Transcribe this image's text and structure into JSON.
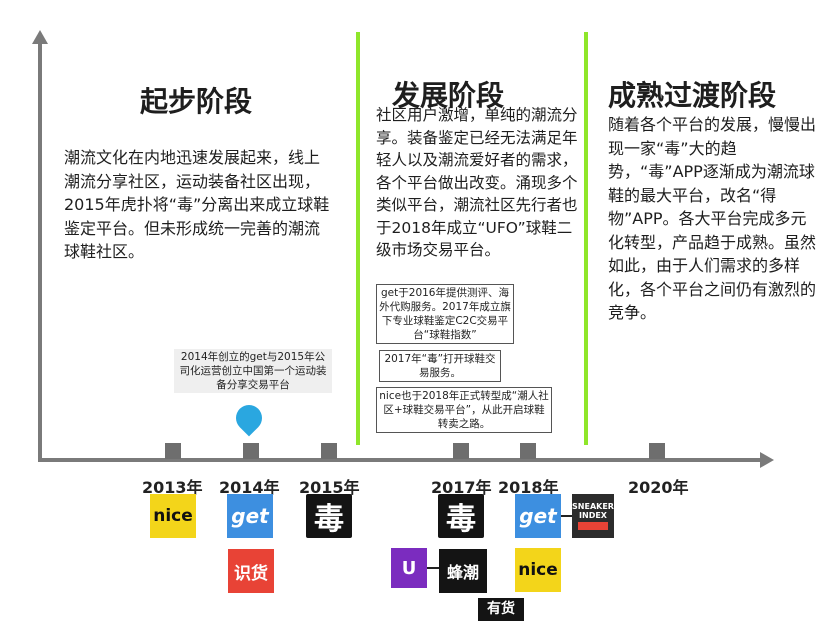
{
  "stages": [
    {
      "title": "起步阶段",
      "text": "潮流文化在内地迅速发展起来，线上潮流分享社区，运动装备社区出现，2015年虎扑将“毒”分离出来成立球鞋鉴定平台。但未形成统一完善的潮流球鞋社区。"
    },
    {
      "title": "发展阶段",
      "text": "社区用户激增，单纯的潮流分享。装备鉴定已经无法满足年轻人以及潮流爱好者的需求，各个平台做出改变。涌现多个类似平台，潮流社区先行者也于2018年成立“UFO”球鞋二级市场交易平台。"
    },
    {
      "title": "成熟过渡阶段",
      "text": "随着各个平台的发展，慢慢出现一家“毒”大的趋势，“毒”APP逐渐成为潮流球鞋的最大平台，改名“得物”APP。各大平台完成多元化转型，产品趋于成熟。虽然如此，由于人们需求的多样化，各个平台之间仍有激烈的竞争。"
    }
  ],
  "notes": {
    "get_2014": "2014年创立的get与2015年公司化运营创立中国第一个运动装备分享交易平台",
    "get_2016": "get于2016年提供测评、海外代购服务。2017年成立旗下专业球鞋鉴定C2C交易平台“球鞋指数”",
    "du_2017": "2017年“毒”打开球鞋交易服务。",
    "nice_2018": "nice也于2018年正式转型成“潮人社区+球鞋交易平台”，从此开启球鞋转卖之路。"
  },
  "years": [
    "2013年",
    "2014年",
    "2015年",
    "2017年",
    "2018年",
    "2020年"
  ],
  "logos": {
    "nice": "nice",
    "get": "get",
    "du": "毒",
    "shihuo": "识货",
    "sneaker_index": "SNEAKER INDEX",
    "fengchao": "蜂潮",
    "ufo": "U",
    "youhuo": "有货"
  },
  "colors": {
    "separator": "#8fe62a",
    "axis": "#7a7a7a",
    "pin": "#2aa7e0"
  }
}
